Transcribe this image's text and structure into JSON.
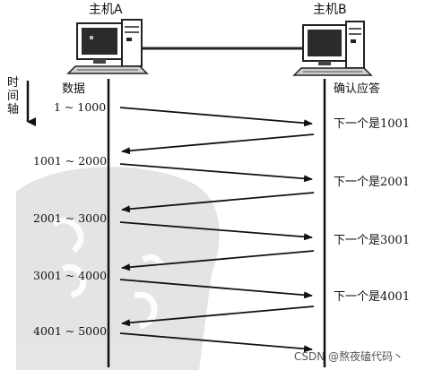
{
  "hosts": {
    "a_label": "主机A",
    "b_label": "主机B"
  },
  "columns": {
    "left_header": "数据",
    "right_header": "确认应答"
  },
  "time_axis": {
    "chars": [
      "时",
      "间",
      "轴"
    ]
  },
  "data_ranges": [
    "1 ~ 1000",
    "1001 ~ 2000",
    "2001 ~ 3000",
    "3001 ~ 4000",
    "4001 ~ 5000"
  ],
  "acks": [
    "下一个是1001",
    "下一个是2001",
    "下一个是3001",
    "下一个是4001"
  ],
  "watermark": "CSDN @熬夜磕代码丶"
}
